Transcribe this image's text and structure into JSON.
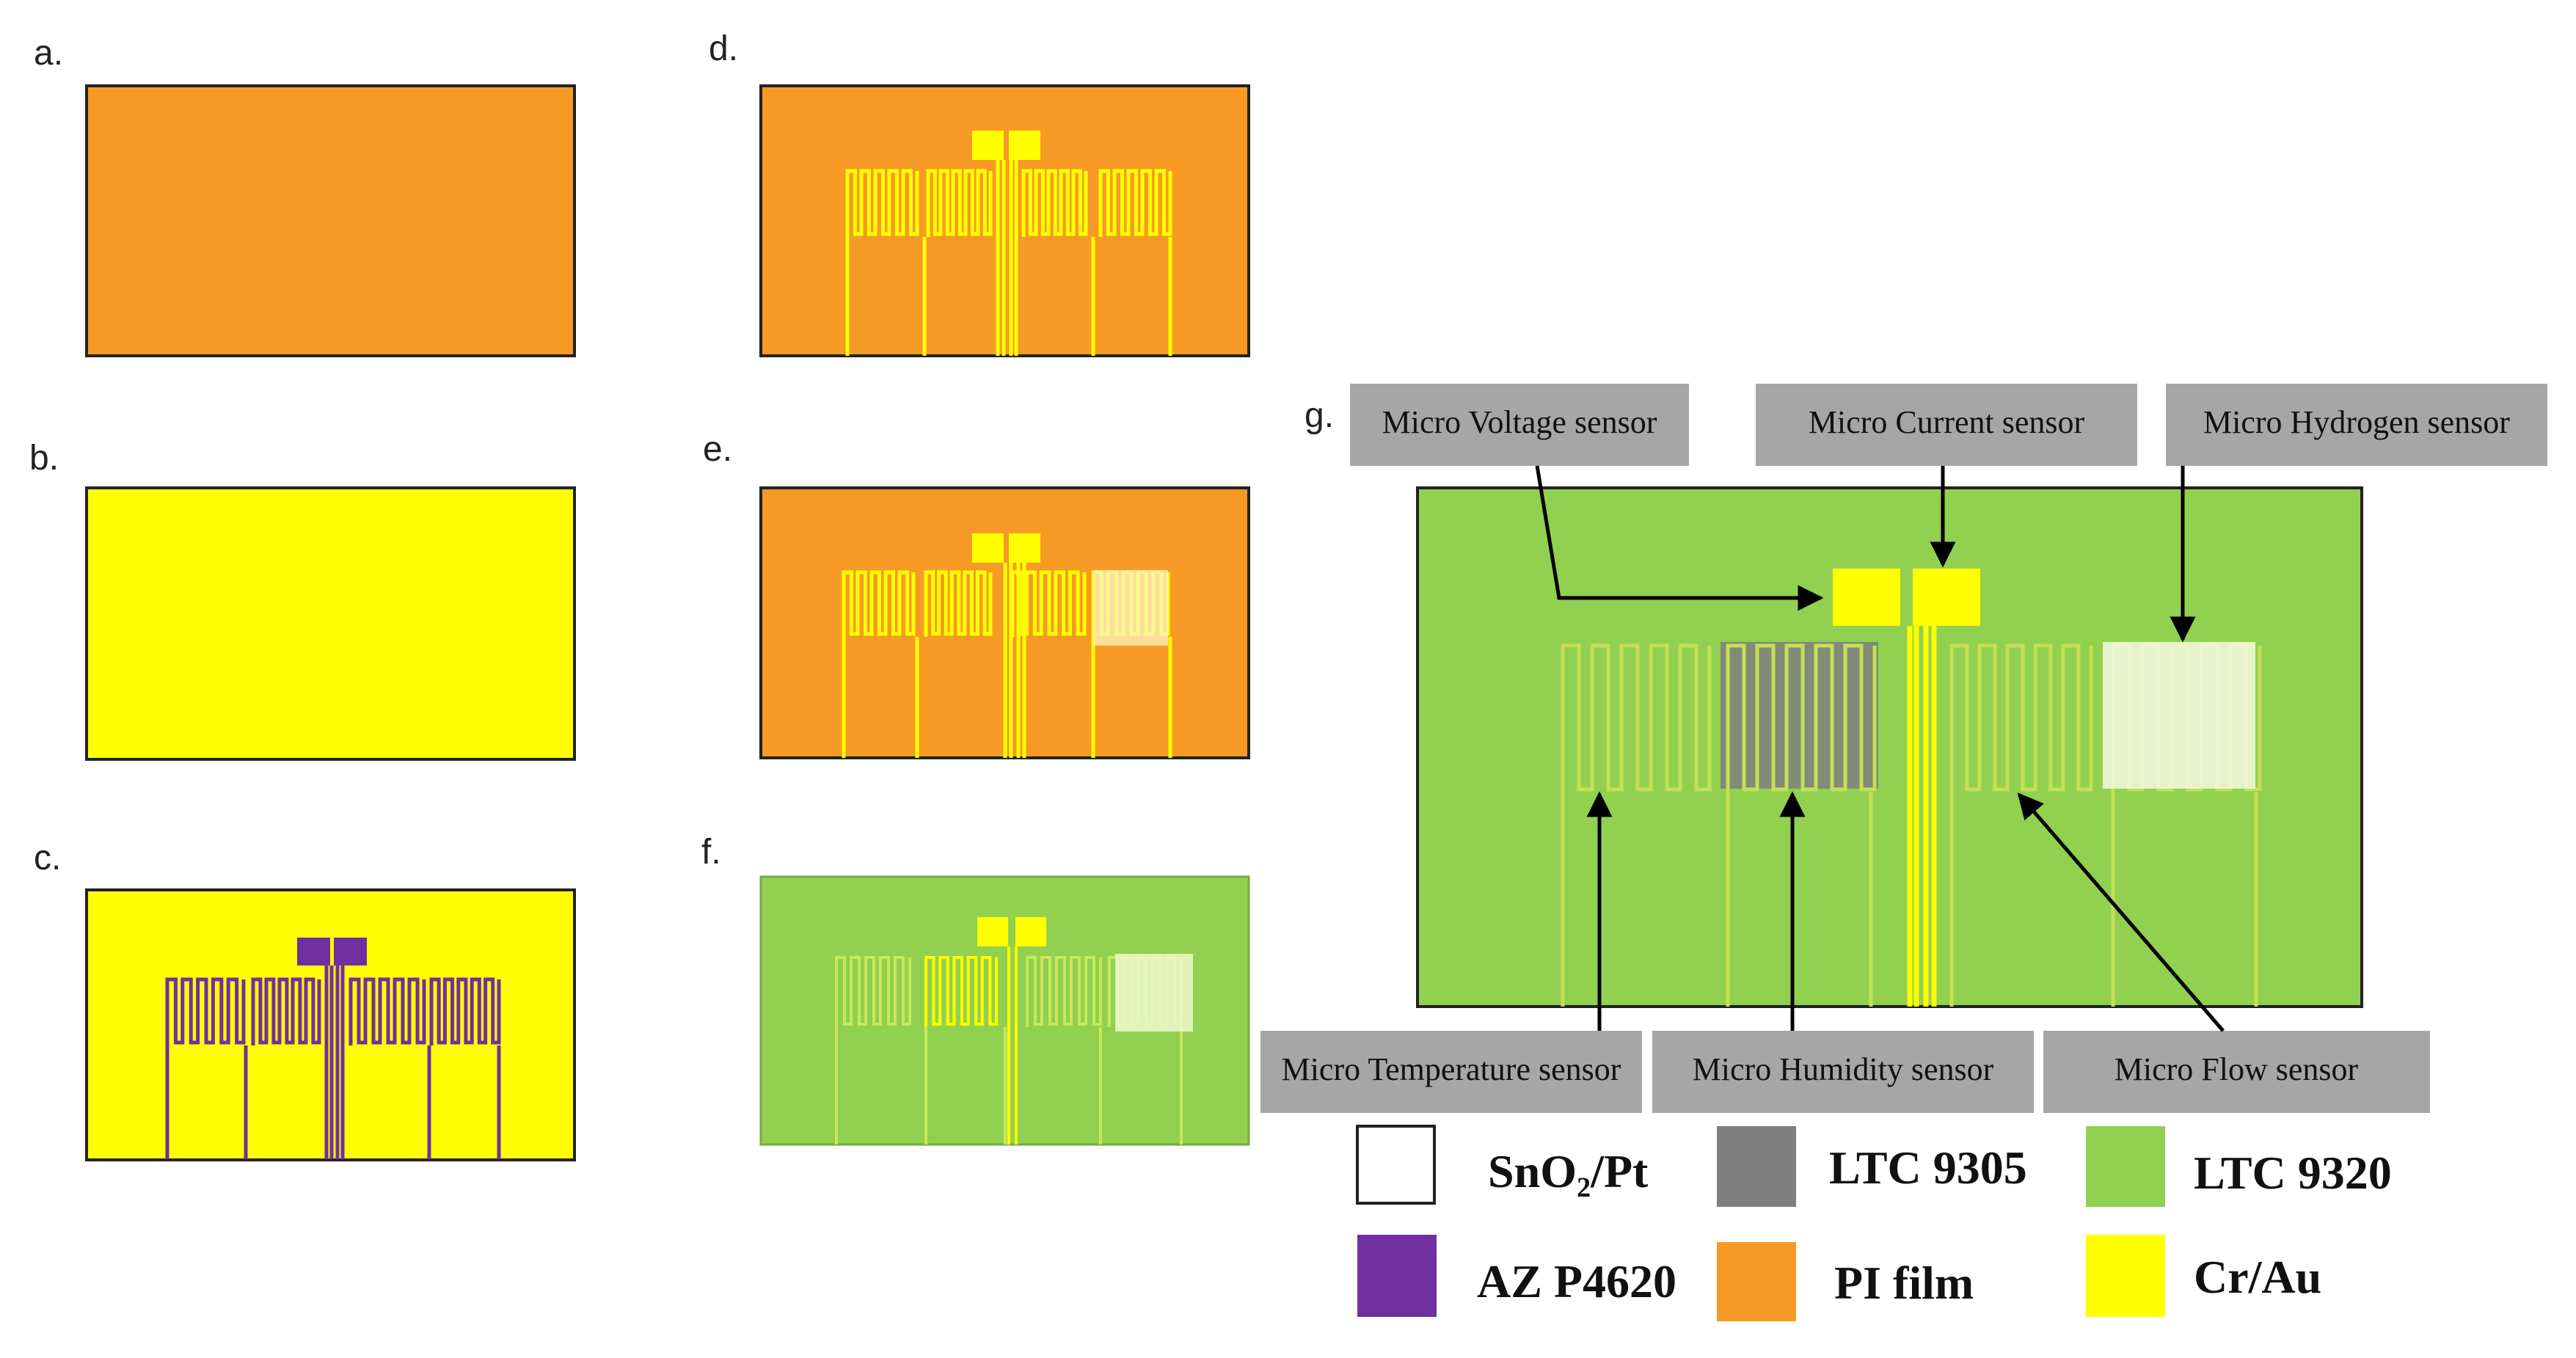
{
  "panels": {
    "a": {
      "label": "a."
    },
    "b": {
      "label": "b."
    },
    "c": {
      "label": "c."
    },
    "d": {
      "label": "d."
    },
    "e": {
      "label": "e."
    },
    "f": {
      "label": "f."
    },
    "g": {
      "label": "g."
    }
  },
  "callouts": {
    "voltage": "Micro Voltage sensor",
    "current": "Micro Current sensor",
    "hydrogen": "Micro Hydrogen sensor",
    "temperature": "Micro Temperature sensor",
    "humidity": "Micro Humidity sensor",
    "flow": "Micro Flow sensor"
  },
  "legend": [
    {
      "label": "SnO₂/Pt",
      "color": "#ffffff"
    },
    {
      "label": "LTC 9305",
      "color": "#7f7f7f"
    },
    {
      "label": "LTC 9320",
      "color": "#92d050"
    },
    {
      "label": "AZ P4620",
      "color": "#7030a0"
    },
    {
      "label": "PI film",
      "color": "#f79a25"
    },
    {
      "label": "Cr/Au",
      "color": "#ffff00"
    }
  ],
  "colors": {
    "pi_film": "#f79a25",
    "cr_au": "#ffff00",
    "az_p4620": "#7030a0",
    "ltc_9320": "#92d050",
    "ltc_9305": "#7f7f7f",
    "sno2_pt": "#ffffff",
    "callout_box": "#a6a6a6"
  }
}
